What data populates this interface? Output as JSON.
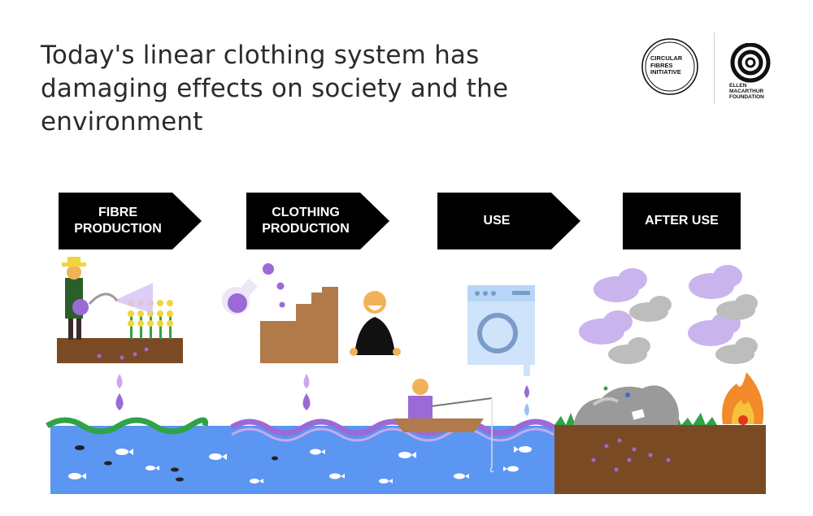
{
  "title": "Today's linear clothing system has damaging effects on society and the environment",
  "logos": {
    "circular_fibres": {
      "text": "CIRCULAR\nFIBRES\nINITIATIVE"
    },
    "ellen_macarthur": {
      "text": "ELLEN\nMACARTHUR\nFOUNDATION"
    }
  },
  "stages": [
    {
      "label": "FIBRE\nPRODUCTION"
    },
    {
      "label": "CLOTHING\nPRODUCTION"
    },
    {
      "label": "USE"
    },
    {
      "label": "AFTER USE"
    }
  ],
  "illustrations": {
    "farmer": "farmer-spraying-crops-icon",
    "factory": "factory-with-chemical-flask-icon",
    "worker": "factory-worker-icon",
    "washing_machine": "washing-machine-icon",
    "fisherman": "fisherman-in-boat-icon",
    "clouds": "polluted-clouds-icon",
    "landfill": "landfill-icon",
    "fire": "incineration-fire-icon"
  },
  "colors": {
    "purple": "#9b6ad6",
    "light_purple": "#c9a8ef",
    "water": "#5a96f2",
    "soil": "#7a4a24",
    "grass": "#2fa347",
    "cloud_grey": "#bdbdbd",
    "black": "#000000"
  }
}
